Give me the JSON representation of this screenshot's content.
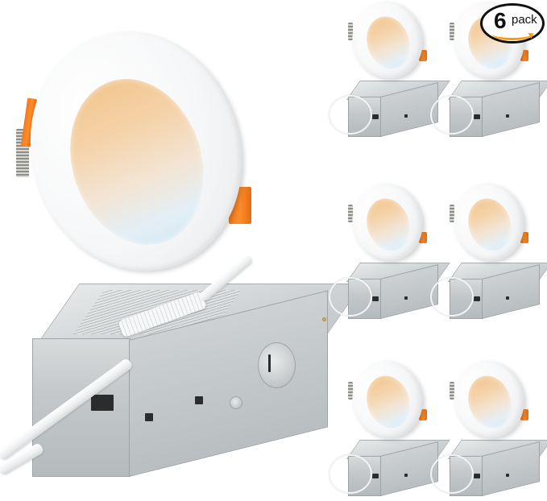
{
  "image": {
    "subject": "6-pack recessed LED downlights with junction boxes",
    "background_color": "#ffffff"
  },
  "badge": {
    "count": "6",
    "word": "pack",
    "border_color": "#111111",
    "accent_color": "#ff9900"
  },
  "main_unit": {
    "lens_gradient": [
      "#f2c68f",
      "#f3e4d3",
      "#d5e8f3"
    ],
    "tab_color": "#ff8c2a",
    "box_color": "#c4c8ca"
  },
  "thumbnails": [
    {
      "row": 1,
      "col": 1
    },
    {
      "row": 1,
      "col": 2
    },
    {
      "row": 2,
      "col": 1
    },
    {
      "row": 2,
      "col": 2
    },
    {
      "row": 3,
      "col": 1
    },
    {
      "row": 3,
      "col": 2
    }
  ]
}
